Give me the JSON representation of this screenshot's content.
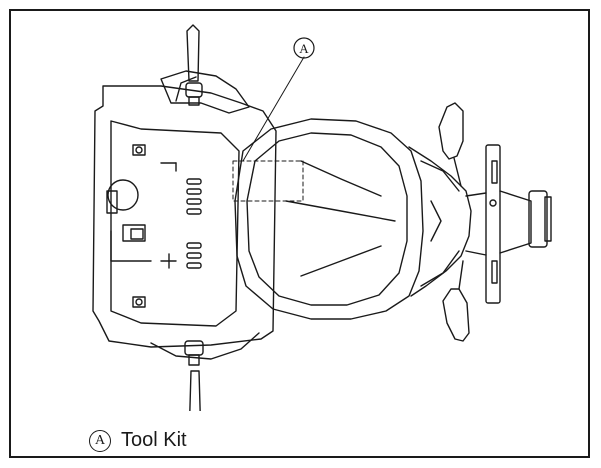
{
  "callout": {
    "marker": "A"
  },
  "caption": {
    "marker": "A",
    "text": "Tool Kit"
  },
  "colors": {
    "line": "#1a1a1a",
    "background": "#ffffff"
  }
}
